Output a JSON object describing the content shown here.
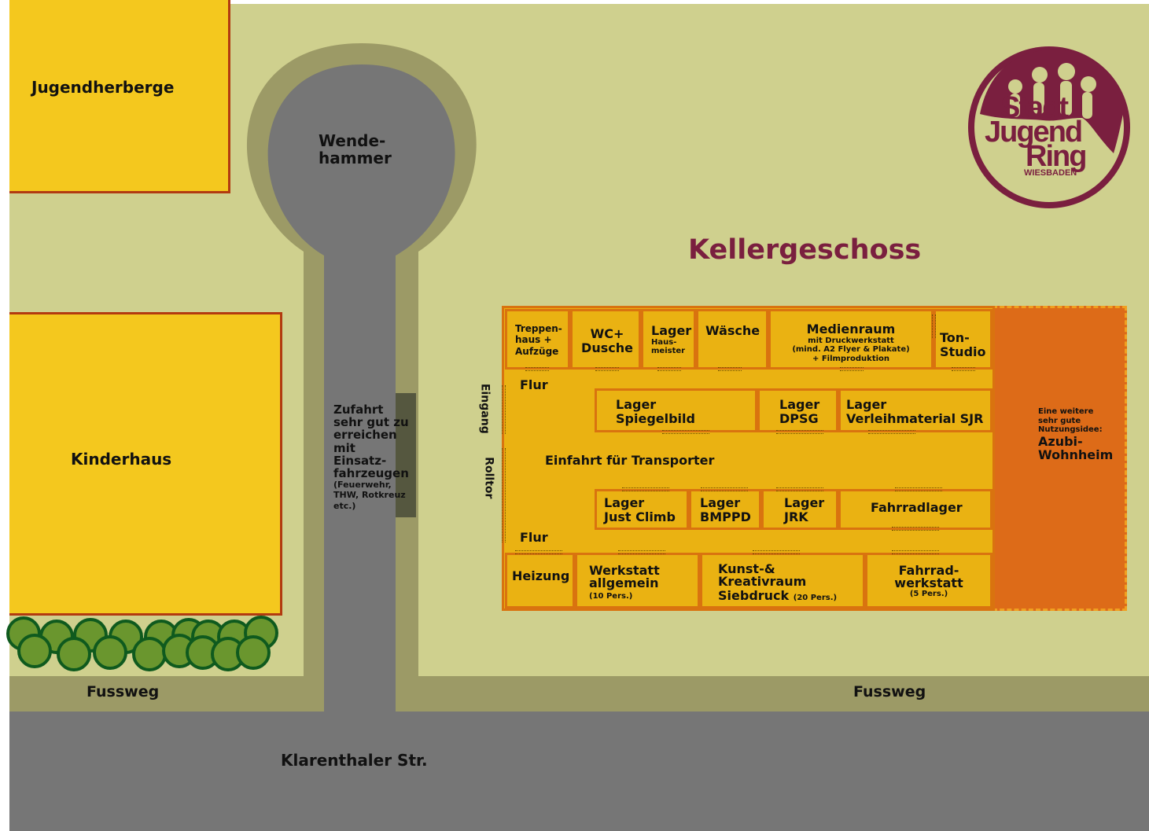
{
  "title": "Kellergeschoss",
  "logo": {
    "line1": "Stadt",
    "line2": "Jugend",
    "line3": "Ring",
    "line4": "WIESBADEN",
    "color": "#7a1f3f"
  },
  "buildings": {
    "youth_hostel": "Jugendherberge",
    "childrens_house": "Kinderhaus"
  },
  "turnaround": {
    "line1": "Wende-",
    "line2": "hammer"
  },
  "access": {
    "lines": [
      "Zufahrt",
      "sehr gut zu",
      "erreichen",
      "mit",
      "Einsatz-",
      "fahrzeugen"
    ],
    "small": [
      "(Feuerwehr,",
      "THW, Rotkreuz",
      "etc.)"
    ]
  },
  "footpath_left": "Fussweg",
  "footpath_right": "Fussweg",
  "street": "Klarenthaler Str.",
  "side_labels": {
    "entrance": "Eingang",
    "roller_door": "Rolltor"
  },
  "rooms": {
    "stairs": {
      "l1": "Treppen-",
      "l2": "haus +",
      "l3": "Aufzüge"
    },
    "wc": {
      "l1": "WC+",
      "l2": "Dusche"
    },
    "storage_janitor": {
      "l1": "Lager",
      "s1": "Haus-",
      "s2": "meister"
    },
    "laundry": "Wäsche",
    "media": {
      "title": "Medienraum",
      "s1": "mit Druckwerkstatt",
      "s2": "(mind. A2 Flyer & Plakate)",
      "s3": "+ Filmproduktion"
    },
    "studio": {
      "l1": "Ton-",
      "l2": "Studio"
    },
    "hall_top": "Flur",
    "storage_spiegelbild": {
      "l1": "Lager",
      "l2": "Spiegelbild"
    },
    "storage_dpsg": {
      "l1": "Lager",
      "l2": "DPSG"
    },
    "storage_rental": {
      "l1": "Lager",
      "l2": "Verleihmaterial SJR"
    },
    "driveway": "Einfahrt für Transporter",
    "storage_justclimb": {
      "l1": "Lager",
      "l2": "Just Climb"
    },
    "storage_bmppd": {
      "l1": "Lager",
      "l2": "BMPPD"
    },
    "storage_jrk": {
      "l1": "Lager",
      "l2": "JRK"
    },
    "bike_storage": "Fahrradlager",
    "hall_bottom": "Flur",
    "heating": "Heizung",
    "workshop": {
      "l1": "Werkstatt",
      "l2": "allgemein",
      "s1": "(10 Pers.)"
    },
    "art_room": {
      "l1": "Kunst-&",
      "l2": "Kreativraum",
      "l3": "Siebdruck",
      "s1": "(20 Pers.)"
    },
    "bike_workshop": {
      "l1": "Fahrrad-",
      "l2": "werkstatt",
      "s1": "(5 Pers.)"
    },
    "extension": {
      "s1": "Eine weitere",
      "s2": "sehr gute",
      "s3": "Nutzungsidee:",
      "l1": "Azubi-",
      "l2": "Wohnheim"
    }
  },
  "colors": {
    "lawn": "#cfd08e",
    "building_yellow": "#f4c81e",
    "building_border": "#b23a10",
    "road": "#767676",
    "sidewalk": "#9c9a66",
    "room_fill": "#eab212",
    "room_border": "#d9730f",
    "extension_fill": "#dd6b18",
    "tree_fill": "#6a962e",
    "tree_border": "#0f5a1e",
    "title_color": "#7a1f3f"
  }
}
